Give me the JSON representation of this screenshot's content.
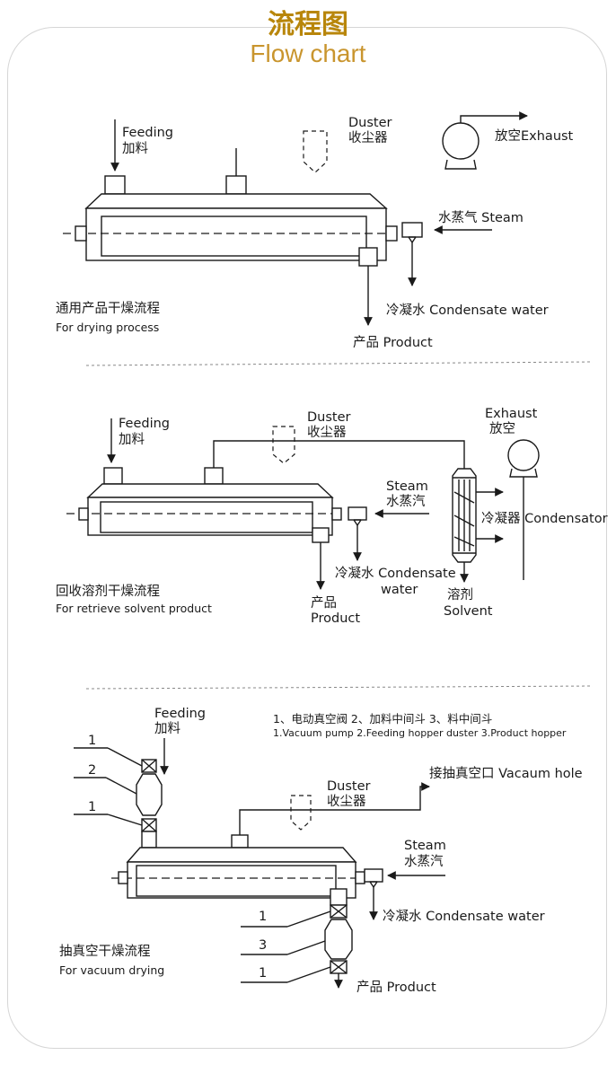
{
  "header": {
    "title_zh": "流程图",
    "title_en": "Flow chart"
  },
  "process1": {
    "feeding_en": "Feeding",
    "feeding_zh": "加料",
    "duster_en": "Duster",
    "duster_zh": "收尘器",
    "exhaust": "放空Exhaust",
    "steam": "水蒸气 Steam",
    "condensate": "冷凝水 Condensate water",
    "product": "产品 Product",
    "caption_zh": "通用产品干燥流程",
    "caption_en": "For drying process"
  },
  "process2": {
    "feeding_en": "Feeding",
    "feeding_zh": "加料",
    "duster_en": "Duster",
    "duster_zh": "收尘器",
    "exhaust_en": "Exhaust",
    "exhaust_zh": "放空",
    "steam_en": "Steam",
    "steam_zh": "水蒸汽",
    "condensator": "冷凝器 Condensator",
    "condensate_1": "冷凝水 Condensate",
    "condensate_2": "water",
    "product_zh": "产品",
    "product_en": "Product",
    "solvent_zh": "溶剂",
    "solvent_en": "Solvent",
    "caption_zh": "回收溶剂干燥流程",
    "caption_en": "For retrieve solvent product"
  },
  "process3": {
    "feeding_en": "Feeding",
    "feeding_zh": "加料",
    "legend_zh": "1、电动真空阀  2、加料中间斗  3、料中间斗",
    "legend_en": "1.Vacuum pump 2.Feeding hopper duster 3.Product hopper",
    "duster_en": "Duster",
    "duster_zh": "收尘器",
    "vacuum_hole": "接抽真空口 Vacaum hole",
    "steam_en": "Steam",
    "steam_zh": "水蒸汽",
    "condensate": "冷凝水 Condensate water",
    "product": "产品 Product",
    "caption_zh": "抽真空干燥流程",
    "caption_en": "For vacuum drying",
    "num_1": "1",
    "num_2": "2",
    "num_3": "3"
  }
}
